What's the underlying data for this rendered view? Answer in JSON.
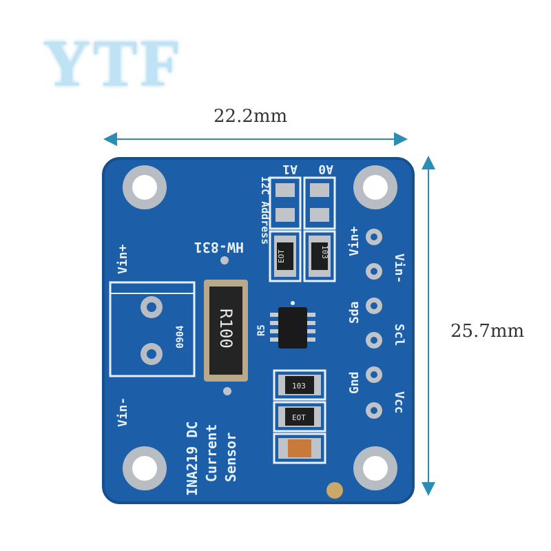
{
  "watermark": "YTF",
  "dimensions": {
    "width": "22.2mm",
    "height": "25.7mm"
  },
  "board": {
    "model": "HW-831",
    "product_line1": "INA219 DC",
    "product_line2": "Current",
    "product_line3": "Sensor",
    "shunt_marking": "R100",
    "shunt_ref": "R5",
    "terminal_code": "0904",
    "address_label": "I2C Address",
    "jumper_labels": [
      "A1",
      "A0"
    ],
    "terminal_labels": [
      "Vin+",
      "Vin-"
    ],
    "pins": [
      "Vin+",
      "Vin-",
      "Sda",
      "Scl",
      "Gnd",
      "Vcc"
    ],
    "resistor_code": "103",
    "resistor_code_mirrored": "EOT"
  },
  "colors": {
    "pcb": "#1c5fa8",
    "pcb_edge": "#174f8e",
    "silkscreen": "#e8f1fb",
    "pad": "#c0c4c8",
    "arrow": "#2b8cb4"
  }
}
